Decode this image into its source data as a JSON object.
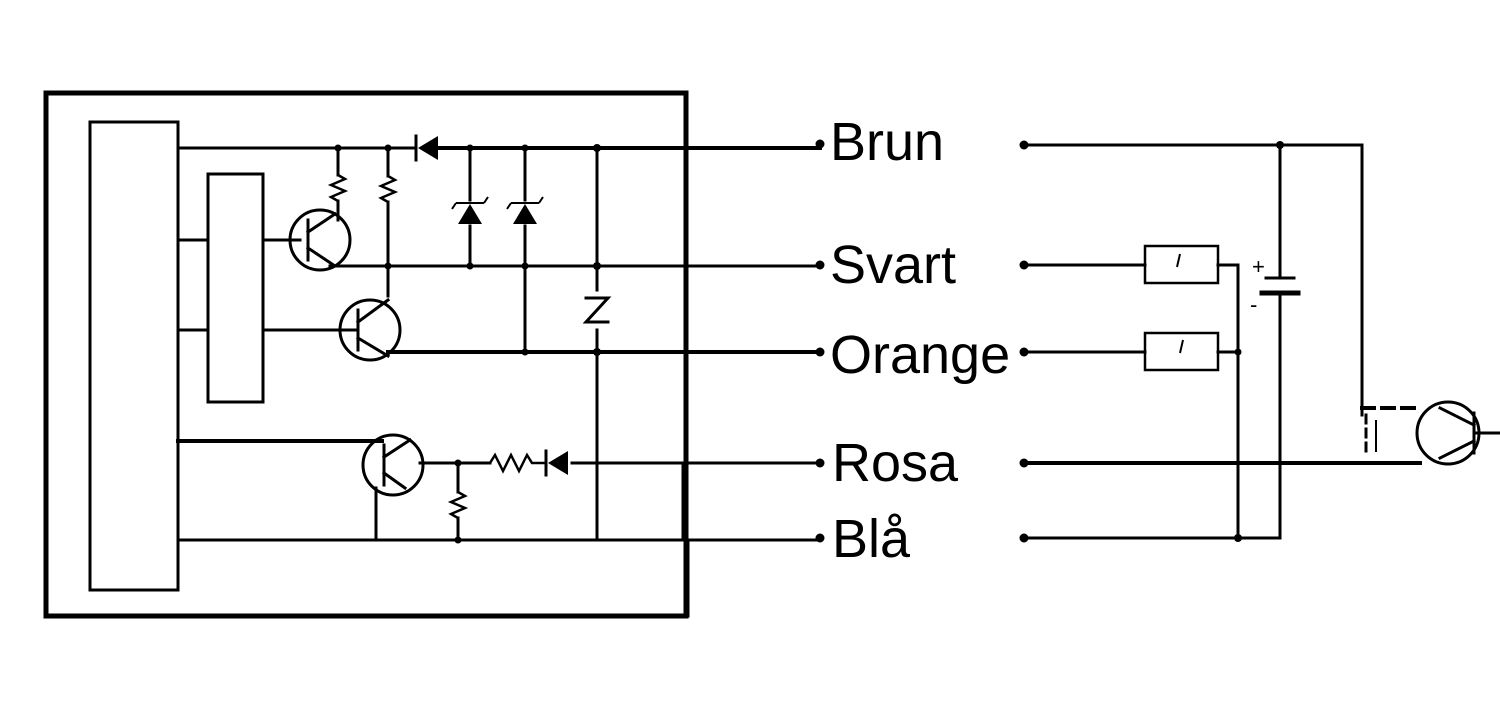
{
  "diagram": {
    "wire_labels": {
      "brown": "Brun",
      "black": "Svart",
      "orange": "Orange",
      "pink": "Rosa",
      "blue": "Blå"
    },
    "supply_polarity": {
      "plus": "+",
      "minus": "-"
    }
  }
}
